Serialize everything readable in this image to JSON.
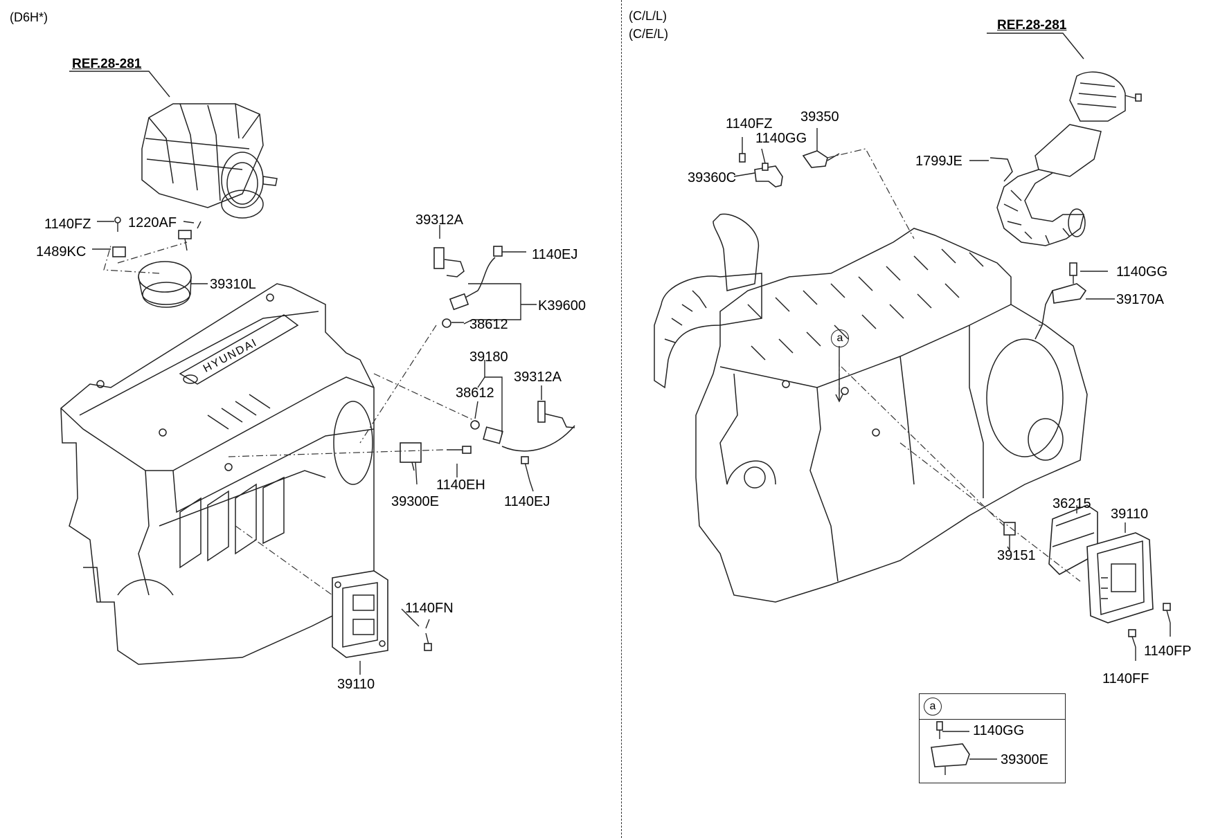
{
  "left_panel": {
    "variant": "(D6H*)",
    "ref": "REF.28-281",
    "labels": {
      "p1140FZ": "1140FZ",
      "p1220AF": "1220AF",
      "p1489KC": "1489KC",
      "p39310L": "39310L",
      "p39312A_top": "39312A",
      "p1140EJ_top": "1140EJ",
      "pK39600": "K39600",
      "p38612_top": "38612",
      "p39180": "39180",
      "p38612_mid": "38612",
      "p39312A_mid": "39312A",
      "p1140EH": "1140EH",
      "p39300E": "39300E",
      "p1140EJ_bot": "1140EJ",
      "p1140FN": "1140FN",
      "p39110": "39110"
    }
  },
  "right_panel": {
    "variant_line1": "(C/L/L)",
    "variant_line2": "(C/E/L)",
    "ref": "REF.28-281",
    "labels": {
      "p1140FZ": "1140FZ",
      "p39350": "39350",
      "p1140GG_top": "1140GG",
      "p39360C": "39360C",
      "p1799JE": "1799JE",
      "p1140GG_mid": "1140GG",
      "p39170A": "39170A",
      "p36215": "36215",
      "p39110": "39110",
      "p39151": "39151",
      "p1140FP": "1140FP",
      "p1140FF": "1140FF"
    },
    "callout": "a",
    "inset": {
      "marker": "a",
      "p1140GG": "1140GG",
      "p39300E": "39300E"
    }
  },
  "engine_badge": "HYUNDAI"
}
